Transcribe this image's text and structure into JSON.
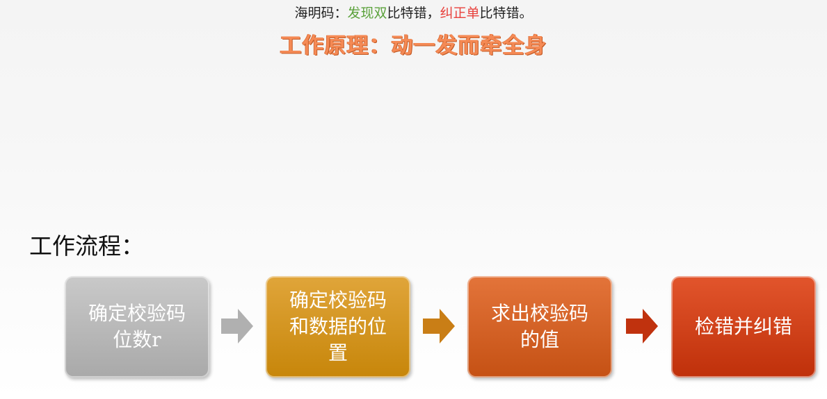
{
  "header": {
    "line_prefix": "海明码：",
    "find_green": "发现双",
    "find_rest": "比特错，",
    "fix_red": "纠正单",
    "fix_rest": "比特错。",
    "principle": "工作原理：动一发而牵全身"
  },
  "workflow": {
    "title": "工作流程：",
    "steps": [
      {
        "line1": "确定校验码",
        "line2": "位数r",
        "line3": ""
      },
      {
        "line1": "确定校验码",
        "line2": "和数据的位",
        "line3": "置"
      },
      {
        "line1": "求出校验码",
        "line2": "的值",
        "line3": ""
      },
      {
        "line1": "检错并纠错",
        "line2": "",
        "line3": ""
      }
    ]
  },
  "colors": {
    "green": "#5aa13a",
    "red": "#e8413c",
    "principle_orange": "#f58a55",
    "step1": "#b5b5b5",
    "step2": "#d4960f",
    "step3": "#d35f22",
    "step4": "#cf3d14",
    "arrow1": "#b0b0b0",
    "arrow2": "#c97e16",
    "arrow3": "#c54a1a",
    "arrow4": "#c0320e"
  }
}
